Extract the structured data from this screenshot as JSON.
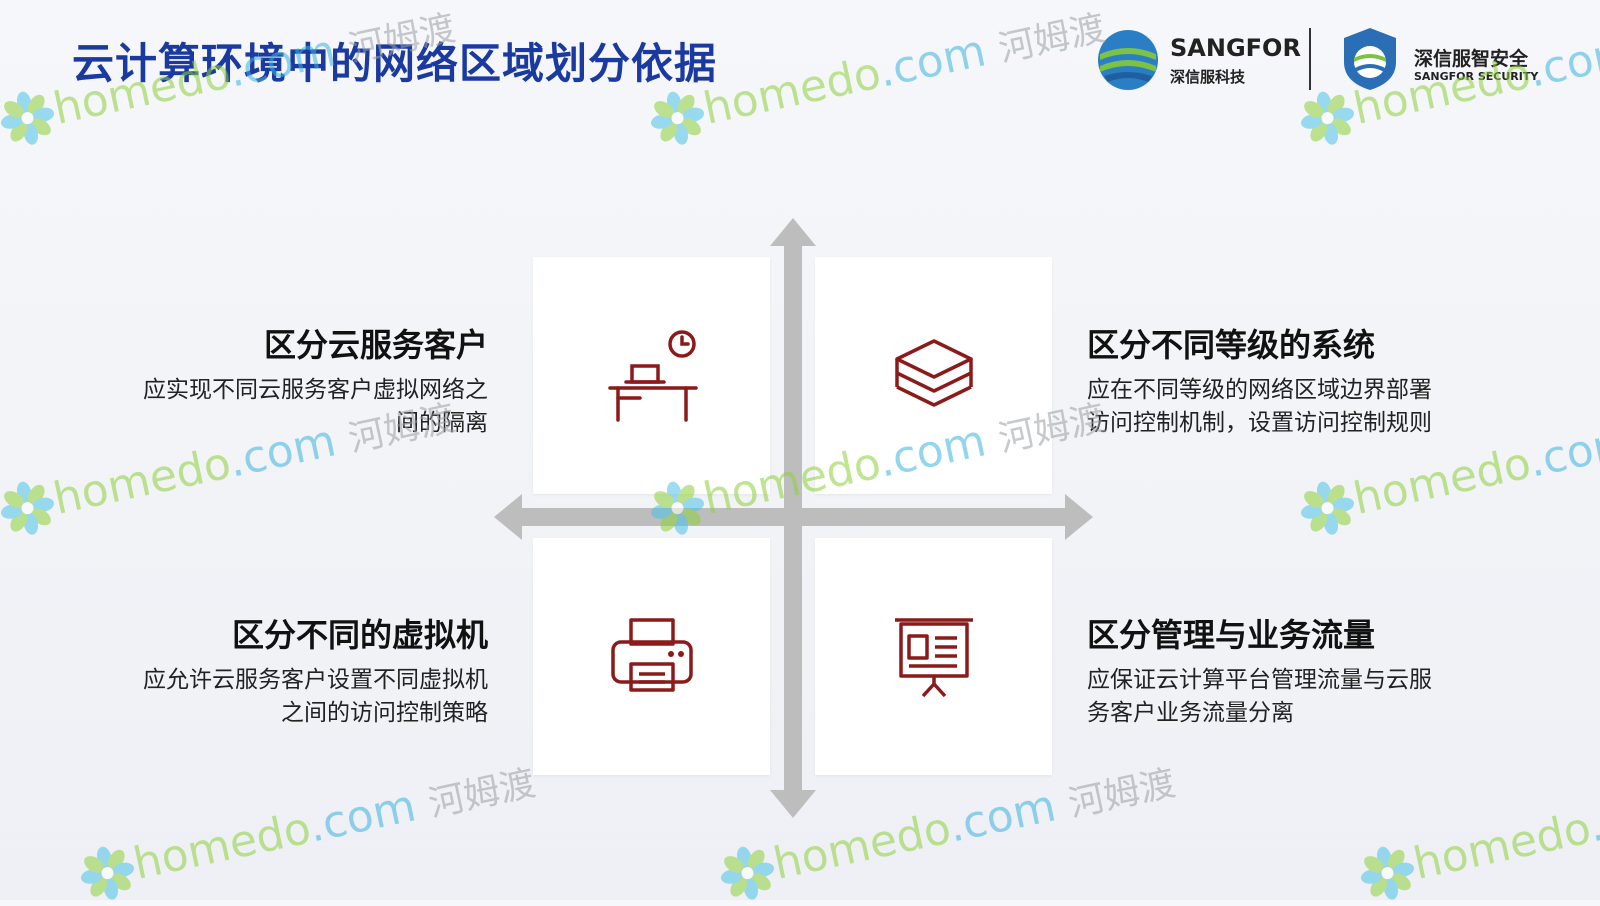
{
  "title": "云计算环境中的网络区域划分依据",
  "logos": {
    "sangfor_main": "SANGFOR",
    "sangfor_sub": "深信服科技",
    "security_main": "深信服智安全",
    "security_sub": "SANGFOR SECURITY"
  },
  "quadrants": [
    {
      "heading": "区分云服务客户",
      "text": "应实现不同云服务客户虚拟网络之间的隔离",
      "icon": "desk-clock-icon"
    },
    {
      "heading": "区分不同等级的系统",
      "text": "应在不同等级的网络区域边界部署访问控制机制，设置访问控制规则",
      "icon": "layers-icon"
    },
    {
      "heading": "区分不同的虚拟机",
      "text": "应允许云服务客户设置不同虚拟机之间的访问控制策略",
      "icon": "printer-icon"
    },
    {
      "heading": "区分管理与业务流量",
      "text": "应保证云计算平台管理流量与云服务客户业务流量分离",
      "icon": "presentation-board-icon"
    }
  ],
  "watermark": {
    "text_a": "homedo",
    "text_b": ".com",
    "text_c": "河姆渡"
  },
  "colors": {
    "title": "#1a3aa0",
    "icon": "#8b1a1a",
    "arrow": "#bdbdbd"
  }
}
